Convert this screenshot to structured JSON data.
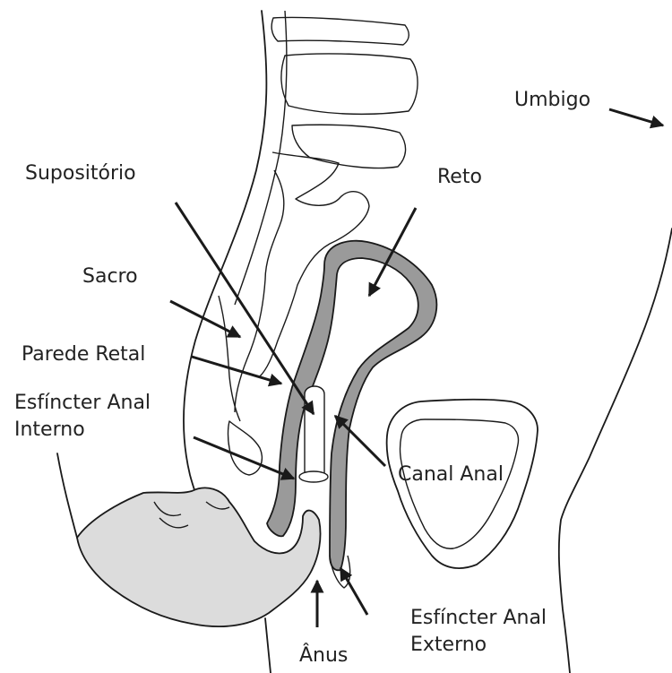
{
  "labels": {
    "umbigo": "Umbigo",
    "supositorio": "Supositório",
    "reto": "Reto",
    "sacro": "Sacro",
    "parede_retal": "Parede Retal",
    "esfincter_interno_1": "Esfíncter Anal",
    "esfincter_interno_2": "Interno",
    "canal_anal": "Canal Anal",
    "esfincter_externo_1": "Esfíncter Anal",
    "esfincter_externo_2": "Externo",
    "anus": "Ânus"
  },
  "colors": {
    "line": "#1a1a1a",
    "rectal_wall": "#9a9a9a",
    "buttock": "#dcdcdc",
    "text": "#222222"
  }
}
